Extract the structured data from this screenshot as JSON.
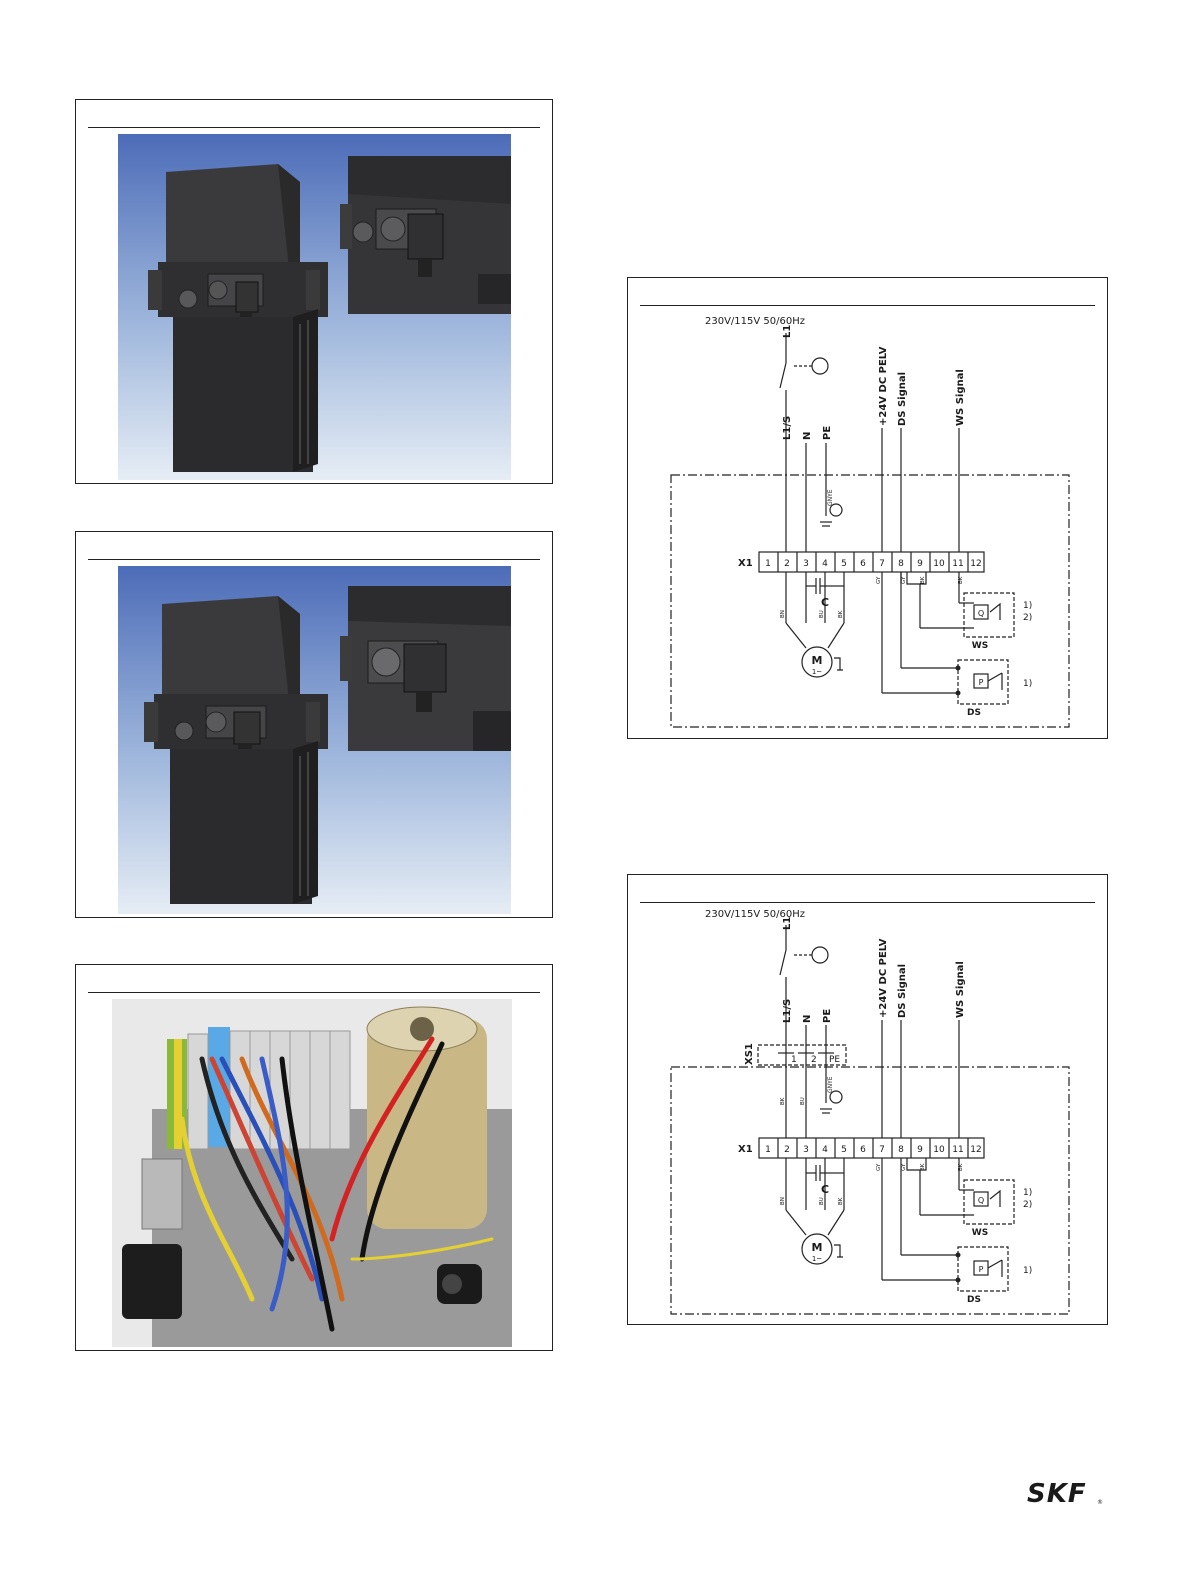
{
  "diagrams": {
    "supply_label": "230V/115V 50/60Hz",
    "pin_L1": "L1",
    "pin_L1S": "L1/S",
    "pin_N": "N",
    "pin_PE": "PE",
    "pin_24v": "+24V DC PELV",
    "pin_ds_signal": "DS Signal",
    "pin_ws_signal": "WS Signal",
    "gnye": "GNYE",
    "terminal_block": "X1",
    "terminals": [
      "1",
      "2",
      "3",
      "4",
      "5",
      "6",
      "7",
      "8",
      "9",
      "10",
      "11",
      "12"
    ],
    "capacitor": "C",
    "motor": "M",
    "motor_sub": "1~",
    "wire_bn": "BN",
    "wire_bu": "BU",
    "wire_bk": "BK",
    "wire_gy": "GY",
    "ws_label": "WS",
    "ds_label": "DS",
    "ws_symbol": "Q",
    "ds_symbol": "P",
    "note1": "1)",
    "note2": "2)",
    "connector": "XS1",
    "xs1_pin1": "1",
    "xs1_pin2": "2",
    "xs1_pe": "PE"
  },
  "brand": {
    "logo_text": "SKF",
    "registered": "®"
  }
}
